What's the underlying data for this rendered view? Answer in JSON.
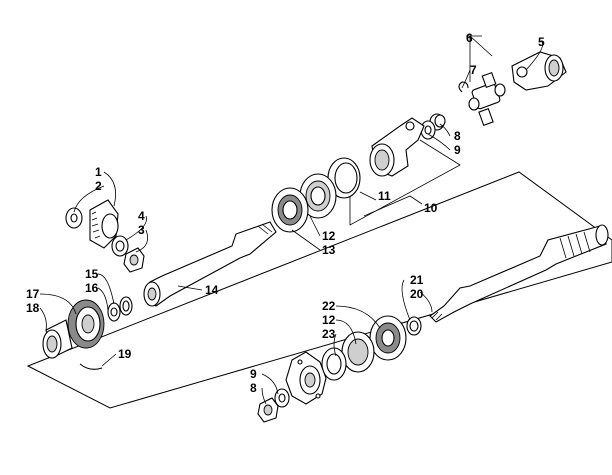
{
  "diagram": {
    "callouts": [
      {
        "id": "c1",
        "text": "1"
      },
      {
        "id": "c2",
        "text": "2"
      },
      {
        "id": "c3",
        "text": "3"
      },
      {
        "id": "c4",
        "text": "4"
      },
      {
        "id": "c5",
        "text": "5"
      },
      {
        "id": "c6",
        "text": "6"
      },
      {
        "id": "c7",
        "text": "7"
      },
      {
        "id": "c8a",
        "text": "8"
      },
      {
        "id": "c9a",
        "text": "9"
      },
      {
        "id": "c10",
        "text": "10"
      },
      {
        "id": "c11",
        "text": "11"
      },
      {
        "id": "c12a",
        "text": "12"
      },
      {
        "id": "c13",
        "text": "13"
      },
      {
        "id": "c14",
        "text": "14"
      },
      {
        "id": "c15",
        "text": "15"
      },
      {
        "id": "c16",
        "text": "16"
      },
      {
        "id": "c17",
        "text": "17"
      },
      {
        "id": "c18",
        "text": "18"
      },
      {
        "id": "c19",
        "text": "19"
      },
      {
        "id": "c21",
        "text": "21"
      },
      {
        "id": "c20",
        "text": "20"
      },
      {
        "id": "c22",
        "text": "22"
      },
      {
        "id": "c12b",
        "text": "12"
      },
      {
        "id": "c23",
        "text": "23"
      },
      {
        "id": "c9b",
        "text": "9"
      },
      {
        "id": "c8b",
        "text": "8"
      }
    ]
  }
}
